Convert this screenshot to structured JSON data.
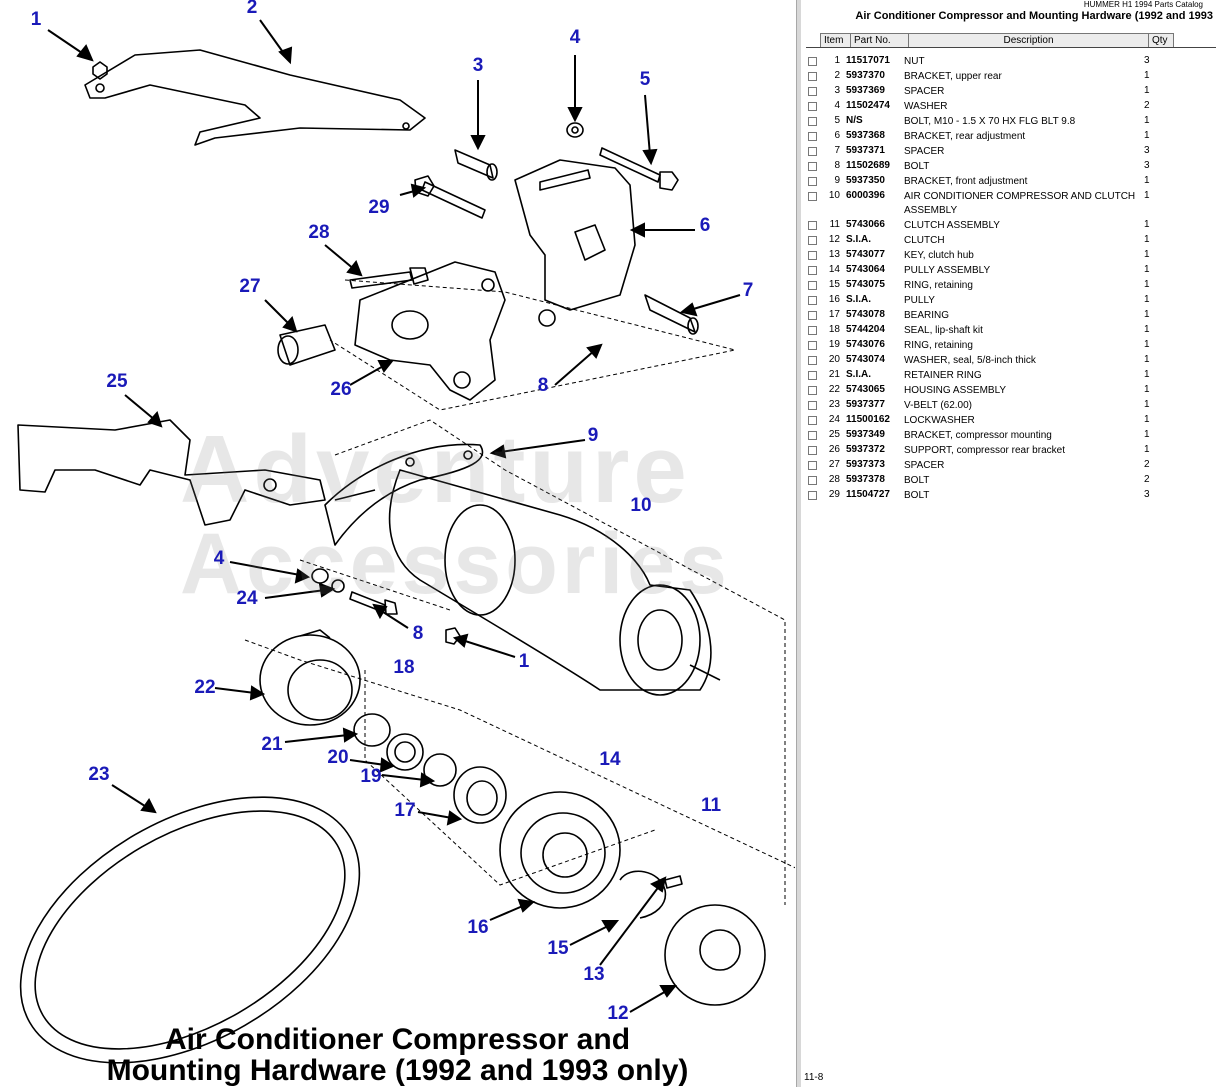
{
  "catalog": "HUMMER H1 1994 Parts Catalog",
  "page_heading": "Air Conditioner Compressor and Mounting Hardware (1992 and 1993",
  "page_number": "11-8",
  "diagram": {
    "caption_line1": "Air Conditioner Compressor and",
    "caption_line2": "Mounting Hardware (1992 and 1993 only)",
    "watermark_line1": "Adventure",
    "watermark_line2": "Accessories",
    "callouts": [
      "1",
      "2",
      "3",
      "4",
      "5",
      "6",
      "7",
      "8",
      "9",
      "10",
      "11",
      "12",
      "13",
      "14",
      "15",
      "16",
      "17",
      "18",
      "19",
      "20",
      "21",
      "22",
      "23",
      "24",
      "25",
      "26",
      "27",
      "28",
      "29",
      "4",
      "8",
      "1"
    ]
  },
  "table": {
    "headers": {
      "item": "Item",
      "part": "Part No.",
      "desc": "Description",
      "qty": "Qty"
    },
    "rows": [
      {
        "item": "1",
        "part": "11517071",
        "desc": "NUT",
        "qty": "3"
      },
      {
        "item": "2",
        "part": "5937370",
        "desc": "BRACKET, upper rear",
        "qty": "1"
      },
      {
        "item": "3",
        "part": "5937369",
        "desc": "SPACER",
        "qty": "1"
      },
      {
        "item": "4",
        "part": "11502474",
        "desc": "WASHER",
        "qty": "2"
      },
      {
        "item": "5",
        "part": "N/S",
        "desc": "BOLT, M10 - 1.5 X 70 HX FLG BLT 9.8",
        "qty": "1"
      },
      {
        "item": "6",
        "part": "5937368",
        "desc": "BRACKET, rear adjustment",
        "qty": "1"
      },
      {
        "item": "7",
        "part": "5937371",
        "desc": "SPACER",
        "qty": "3"
      },
      {
        "item": "8",
        "part": "11502689",
        "desc": "BOLT",
        "qty": "3"
      },
      {
        "item": "9",
        "part": "5937350",
        "desc": "BRACKET, front adjustment",
        "qty": "1"
      },
      {
        "item": "10",
        "part": "6000396",
        "desc": "AIR CONDITIONER COMPRESSOR AND CLUTCH ASSEMBLY",
        "qty": "1"
      },
      {
        "item": "11",
        "part": "5743066",
        "desc": "CLUTCH ASSEMBLY",
        "qty": "1"
      },
      {
        "item": "12",
        "part": "S.I.A.",
        "desc": "CLUTCH",
        "qty": "1"
      },
      {
        "item": "13",
        "part": "5743077",
        "desc": "KEY, clutch hub",
        "qty": "1"
      },
      {
        "item": "14",
        "part": "5743064",
        "desc": "PULLY ASSEMBLY",
        "qty": "1"
      },
      {
        "item": "15",
        "part": "5743075",
        "desc": "RING, retaining",
        "qty": "1"
      },
      {
        "item": "16",
        "part": "S.I.A.",
        "desc": "PULLY",
        "qty": "1"
      },
      {
        "item": "17",
        "part": "5743078",
        "desc": "BEARING",
        "qty": "1"
      },
      {
        "item": "18",
        "part": "5744204",
        "desc": "SEAL, lip-shaft kit",
        "qty": "1"
      },
      {
        "item": "19",
        "part": "5743076",
        "desc": "RING, retaining",
        "qty": "1"
      },
      {
        "item": "20",
        "part": "5743074",
        "desc": "WASHER, seal, 5/8-inch thick",
        "qty": "1"
      },
      {
        "item": "21",
        "part": "S.I.A.",
        "desc": "RETAINER RING",
        "qty": "1"
      },
      {
        "item": "22",
        "part": "5743065",
        "desc": "HOUSING ASSEMBLY",
        "qty": "1"
      },
      {
        "item": "23",
        "part": "5937377",
        "desc": "V-BELT (62.00)",
        "qty": "1"
      },
      {
        "item": "24",
        "part": "11500162",
        "desc": "LOCKWASHER",
        "qty": "1"
      },
      {
        "item": "25",
        "part": "5937349",
        "desc": "BRACKET, compressor mounting",
        "qty": "1"
      },
      {
        "item": "26",
        "part": "5937372",
        "desc": "SUPPORT, compressor rear bracket",
        "qty": "1"
      },
      {
        "item": "27",
        "part": "5937373",
        "desc": "SPACER",
        "qty": "2"
      },
      {
        "item": "28",
        "part": "5937378",
        "desc": "BOLT",
        "qty": "2"
      },
      {
        "item": "29",
        "part": "11504727",
        "desc": "BOLT",
        "qty": "3"
      }
    ]
  },
  "colors": {
    "callout": "#1a1ab8",
    "seal": "#8fce84"
  }
}
